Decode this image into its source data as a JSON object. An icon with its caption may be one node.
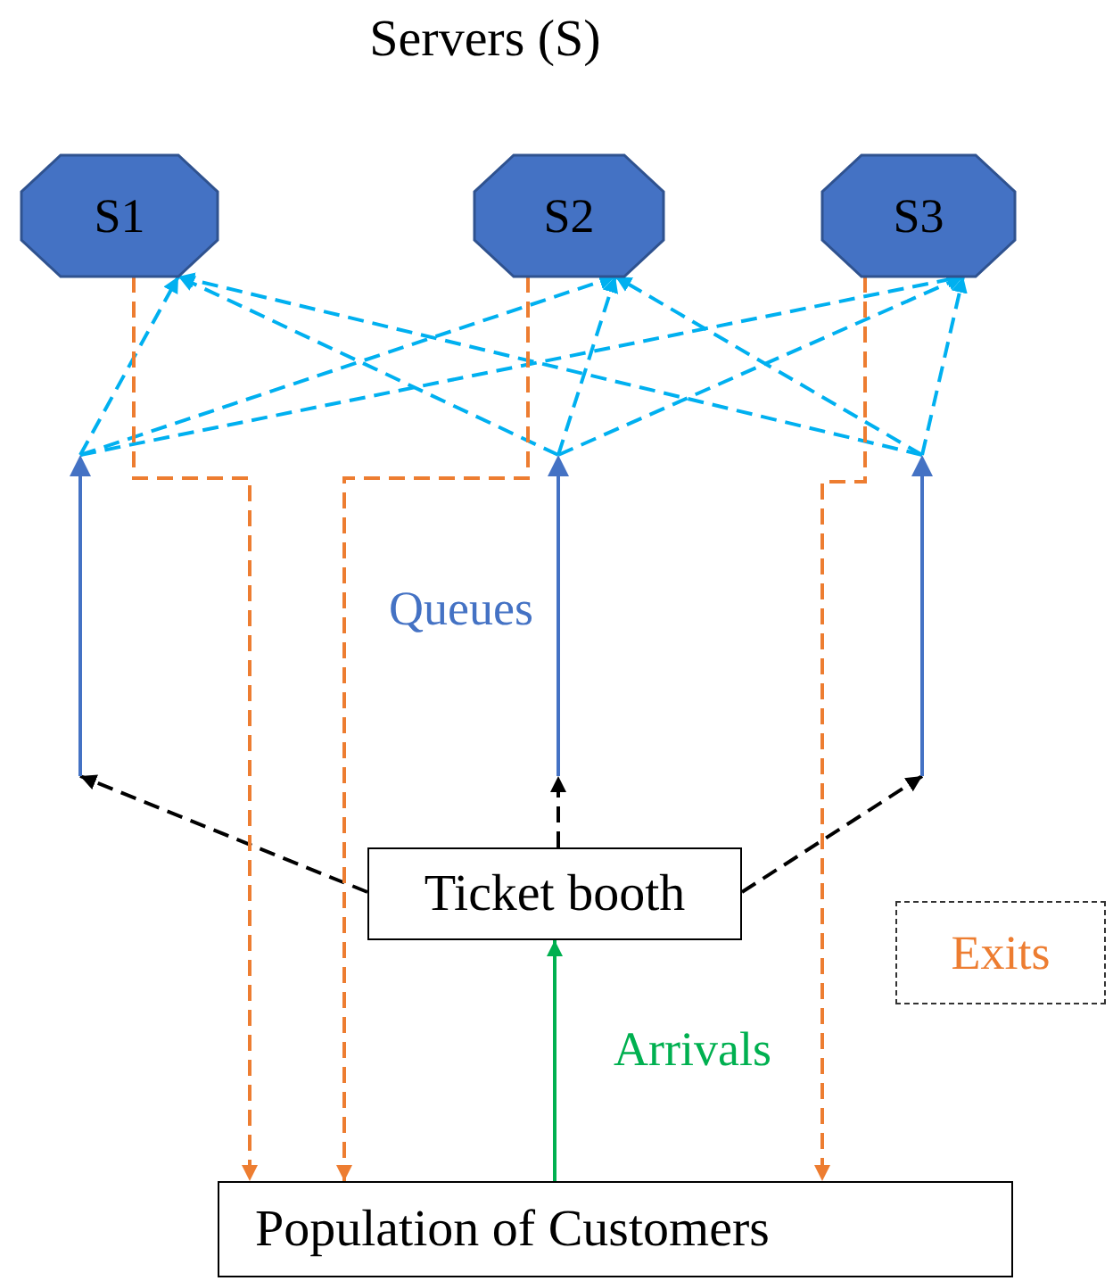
{
  "diagram": {
    "title": "Servers (S)",
    "nodes": [
      {
        "text": [
          "S1"
        ]
      },
      {
        "text": [
          "S2"
        ]
      },
      {
        "text": [
          "S3"
        ]
      },
      {
        "text": [],
        "shape": "bar"
      },
      {
        "text": [],
        "shape": "bar"
      },
      {
        "text": [],
        "shape": "bar"
      },
      {
        "text": [
          "Ticket booth"
        ]
      },
      {
        "text": [
          "Exits"
        ]
      },
      {
        "text": [
          "Population of Customers"
        ]
      }
    ],
    "edges": [
      {
        "from": 3,
        "to": 0,
        "arrow": "to",
        "style": "dashed"
      },
      {
        "from": 3,
        "to": 1,
        "arrow": "to",
        "style": "dashed"
      },
      {
        "from": 3,
        "to": 2,
        "arrow": "to",
        "style": "dashed"
      },
      {
        "from": 4,
        "to": 0,
        "arrow": "to",
        "style": "dashed"
      },
      {
        "from": 4,
        "to": 1,
        "arrow": "to",
        "style": "dashed"
      },
      {
        "from": 4,
        "to": 2,
        "arrow": "to",
        "style": "dashed"
      },
      {
        "from": 5,
        "to": 0,
        "arrow": "to",
        "style": "dashed"
      },
      {
        "from": 5,
        "to": 1,
        "arrow": "to",
        "style": "dashed"
      },
      {
        "from": 5,
        "to": 2,
        "arrow": "to",
        "style": "dashed"
      },
      {
        "from": 6,
        "to": 3,
        "arrow": "to",
        "style": "dashed",
        "color": "#000000"
      },
      {
        "from": 6,
        "to": 4,
        "arrow": "to",
        "style": "dashed",
        "color": "#000000"
      },
      {
        "from": 6,
        "to": 5,
        "arrow": "to",
        "style": "dashed",
        "color": "#000000"
      },
      {
        "from": 0,
        "to": 8,
        "arrow": "to",
        "style": "dashed",
        "color": "#ed7d31"
      },
      {
        "from": 1,
        "to": 8,
        "arrow": "to",
        "style": "dashed",
        "color": "#ed7d31"
      },
      {
        "from": 2,
        "to": 8,
        "arrow": "to",
        "style": "dashed",
        "color": "#ed7d31"
      },
      {
        "from": 8,
        "to": 6,
        "arrow": "to",
        "label": "Arrivals",
        "color": "#00b050"
      }
    ],
    "labels": [
      "Queues"
    ]
  }
}
